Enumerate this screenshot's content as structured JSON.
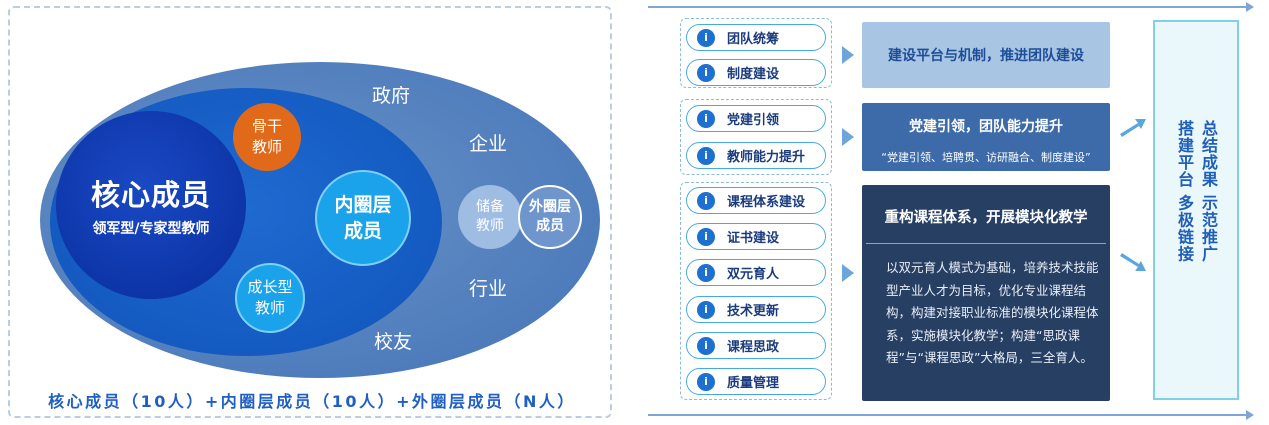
{
  "left": {
    "core": {
      "title": "核心成员",
      "subtitle": "领军型/专家型教师"
    },
    "backbone": {
      "line1": "骨干",
      "line2": "教师"
    },
    "inner": {
      "line1": "内圈层",
      "line2": "成员"
    },
    "growth": {
      "line1": "成长型",
      "line2": "教师"
    },
    "reserve": {
      "line1": "储备",
      "line2": "教师"
    },
    "outer_layer": {
      "line1": "外圈层",
      "line2": "成员"
    },
    "regions": {
      "government": "政府",
      "enterprise": "企业",
      "industry": "行业",
      "alumni": "校友"
    },
    "caption": "核心成员（10人）+内圈层成员（10人）+外圈层成员（N人）"
  },
  "right": {
    "group1": {
      "items": [
        "团队统筹",
        "制度建设"
      ],
      "banner": "建设平台与机制，推进团队建设"
    },
    "group2": {
      "items": [
        "党建引领",
        "教师能力提升"
      ],
      "banner_title": "党建引领，团队能力提升",
      "banner_sub": "“党建引领、培聘贯、访研融合、制度建设”"
    },
    "group3": {
      "items": [
        "课程体系建设",
        "证书建设",
        "双元育人",
        "技术更新",
        "课程思政",
        "质量管理"
      ],
      "banner_title": "重构课程体系，开展模块化教学",
      "banner_body": "以双元育人模式为基础，培养技术技能型产业人才为目标，优化专业课程结构，构建对接职业标准的模块化课程体系，实施模块化教学；构建“思政课程”与“课程思政”大格局，三全育人。"
    },
    "summary": {
      "col1": "总结成果 示范推广",
      "col2": "搭建平台 多极链接"
    },
    "colors": {
      "accent": "#1d6fd0",
      "banner_light": "#a9c5e4",
      "banner_mid": "#3d6aa8",
      "banner_dark": "#263f63"
    }
  }
}
